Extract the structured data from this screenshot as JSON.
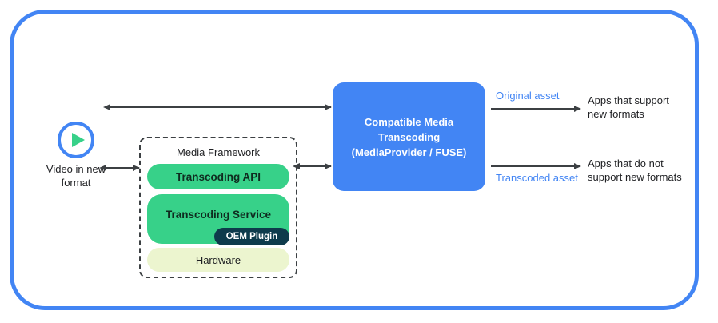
{
  "diagram": {
    "title_visible": false,
    "frame_color": "#4285f4",
    "source": {
      "icon": "play-circle-icon",
      "label": "Video in\nnew\nformat"
    },
    "media_framework": {
      "title": "Media Framework",
      "layers": [
        {
          "name": "transcoding-api",
          "label": "Transcoding API",
          "color": "#37d189"
        },
        {
          "name": "transcoding-service",
          "label": "Transcoding Service",
          "color": "#37d189"
        },
        {
          "name": "hardware",
          "label": "Hardware",
          "color": "#ecf5cf"
        }
      ],
      "badge": {
        "label": "OEM Plugin",
        "color": "#0e3b4c"
      }
    },
    "central_node": {
      "line1": "Compatible Media",
      "line2": "Transcoding",
      "line3": "(MediaProvider / FUSE)",
      "color": "#4285f4"
    },
    "outputs": [
      {
        "asset_label": "Original asset",
        "consumer_label": "Apps that support\nnew formats",
        "label_color": "#4285f4"
      },
      {
        "asset_label": "Transcoded asset",
        "consumer_label": "Apps that do not\nsupport new formats",
        "label_color": "#4285f4"
      }
    ],
    "connectors": [
      {
        "name": "video-to-cmt",
        "type": "double-arrow"
      },
      {
        "name": "video-to-framework",
        "type": "double-arrow"
      },
      {
        "name": "framework-to-cmt",
        "type": "double-arrow"
      },
      {
        "name": "cmt-to-apps-support",
        "type": "single-arrow"
      },
      {
        "name": "cmt-to-apps-nosupport",
        "type": "single-arrow"
      }
    ]
  }
}
